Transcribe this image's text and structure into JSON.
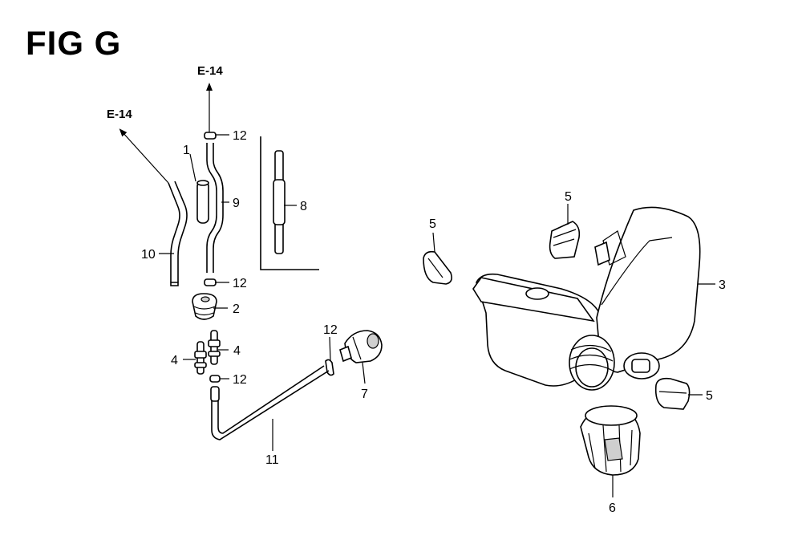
{
  "title": "FIG G",
  "references": [
    {
      "id": "ref-a",
      "text": "E-14"
    },
    {
      "id": "ref-b",
      "text": "E-14"
    }
  ],
  "callouts": [
    {
      "id": "c1",
      "text": "1"
    },
    {
      "id": "c2",
      "text": "2"
    },
    {
      "id": "c3",
      "text": "3"
    },
    {
      "id": "c4a",
      "text": "4"
    },
    {
      "id": "c4b",
      "text": "4"
    },
    {
      "id": "c5a",
      "text": "5"
    },
    {
      "id": "c5b",
      "text": "5"
    },
    {
      "id": "c5c",
      "text": "5"
    },
    {
      "id": "c6",
      "text": "6"
    },
    {
      "id": "c7",
      "text": "7"
    },
    {
      "id": "c8",
      "text": "8"
    },
    {
      "id": "c9",
      "text": "9"
    },
    {
      "id": "c10",
      "text": "10"
    },
    {
      "id": "c11",
      "text": "11"
    },
    {
      "id": "c12a",
      "text": "12"
    },
    {
      "id": "c12b",
      "text": "12"
    },
    {
      "id": "c12c",
      "text": "12"
    },
    {
      "id": "c12d",
      "text": "12"
    }
  ]
}
